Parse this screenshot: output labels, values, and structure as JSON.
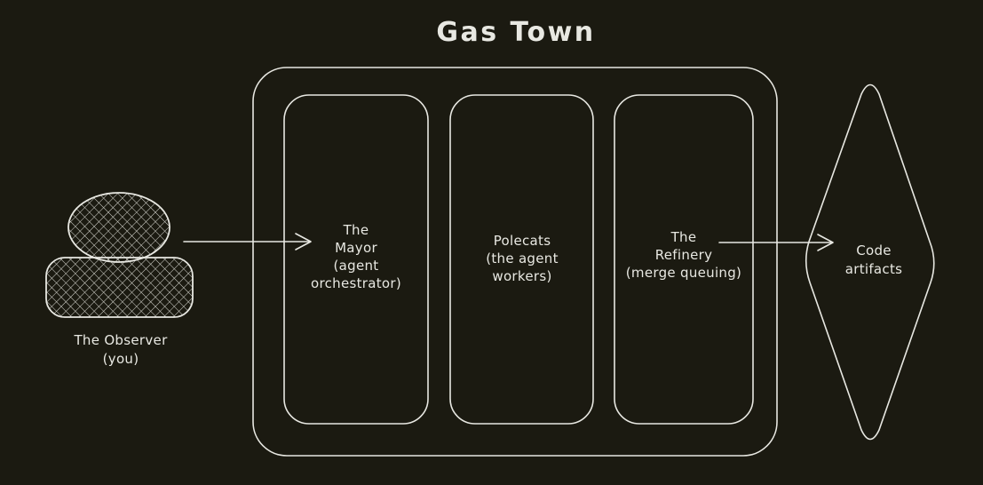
{
  "title": "Gas Town",
  "colors": {
    "background": "#1b1a11",
    "stroke": "#e8e8e2",
    "text": "#e8e8e2"
  },
  "observer": {
    "id": "the-observer",
    "shape": "person (hatched ellipse head over hatched rounded-rect body)",
    "lines": [
      "The Observer",
      "(you)"
    ]
  },
  "gas_town": {
    "container_label": "Gas Town",
    "boxes": [
      {
        "id": "mayor",
        "lines": [
          "The",
          "Mayor",
          "(agent",
          "orchestrator)"
        ]
      },
      {
        "id": "polecats",
        "lines": [
          "Polecats",
          "(the agent",
          "workers)"
        ]
      },
      {
        "id": "refinery",
        "lines": [
          "The",
          "Refinery",
          "(merge queuing)"
        ]
      }
    ]
  },
  "output": {
    "id": "code-artifacts",
    "shape": "diamond",
    "lines": [
      "Code",
      "artifacts"
    ]
  },
  "arrows": [
    {
      "id": "observer-to-mayor",
      "from": "the-observer",
      "to": "mayor"
    },
    {
      "id": "refinery-to-code-artifacts",
      "from": "refinery",
      "to": "code-artifacts"
    }
  ]
}
